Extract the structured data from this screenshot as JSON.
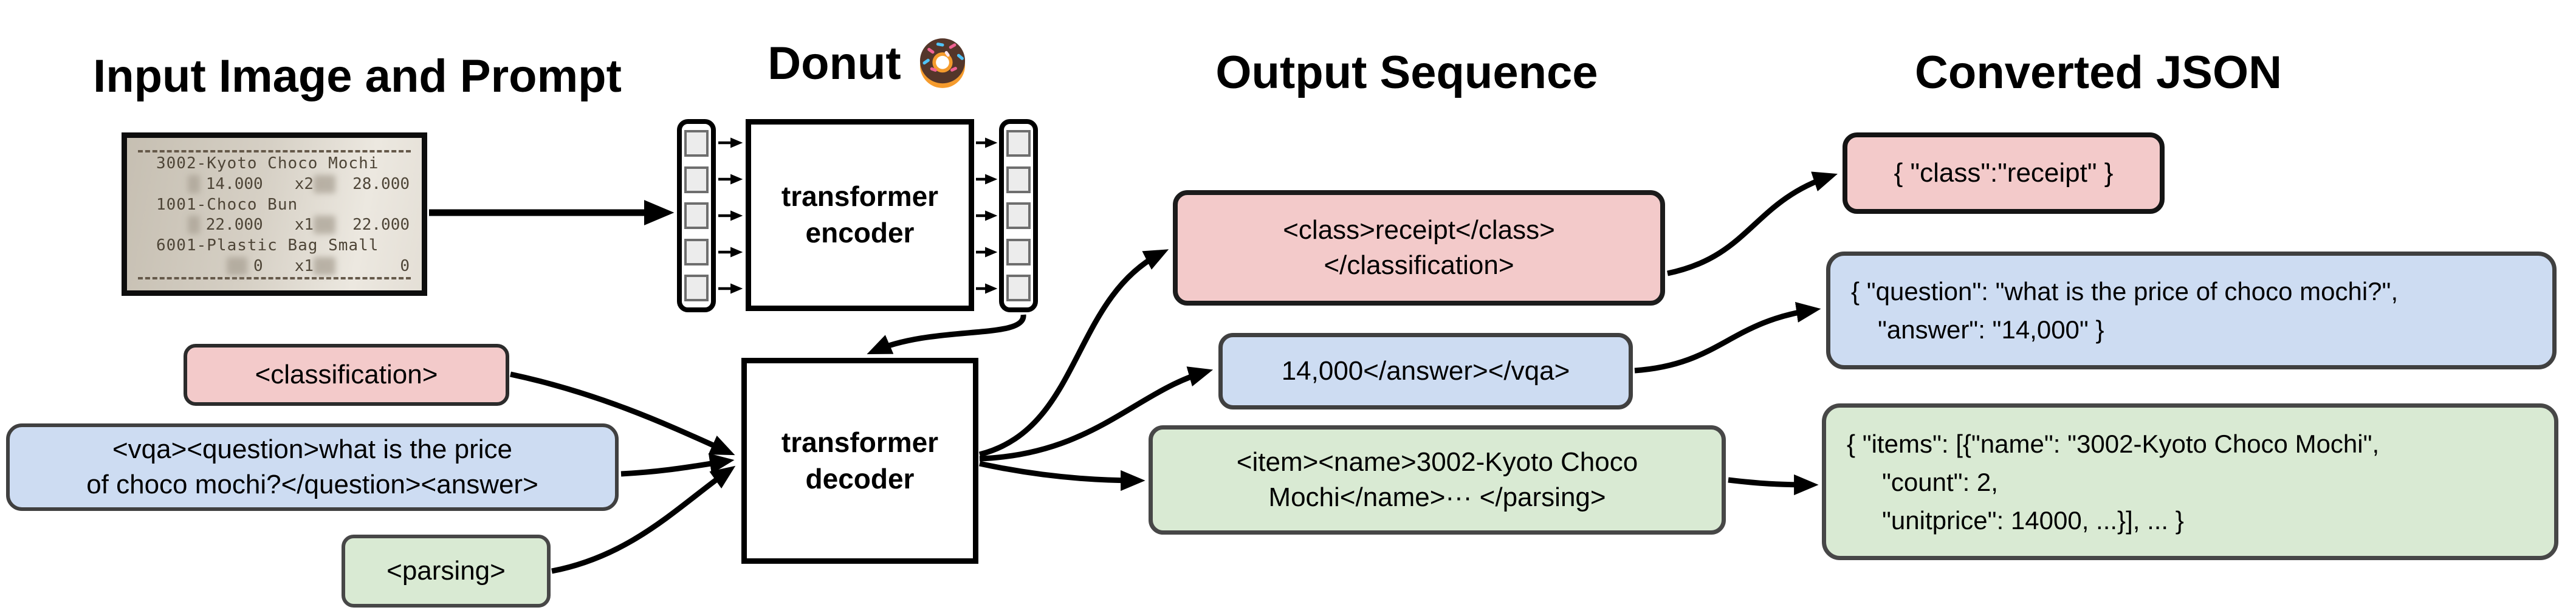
{
  "titles": {
    "input": "Input Image and Prompt",
    "model": "Donut",
    "output": "Output Sequence",
    "json": "Converted JSON"
  },
  "icons": {
    "donut": "donut-icon"
  },
  "receipt": {
    "rows": [
      {
        "name": "3002-Kyoto Choco Mochi"
      },
      {
        "price": "14.000",
        "qty": "x2",
        "total": "28.000"
      },
      {
        "name": "1001-Choco Bun"
      },
      {
        "price": "22.000",
        "qty": "x1",
        "total": "22.000"
      },
      {
        "name": "6001-Plastic Bag Small"
      },
      {
        "price": "0",
        "qty": "x1",
        "total": "0"
      }
    ]
  },
  "model": {
    "encoder_line1": "transformer",
    "encoder_line2": "encoder",
    "decoder_line1": "transformer",
    "decoder_line2": "decoder"
  },
  "prompts": {
    "classification": "<classification>",
    "vqa_line1": "<vqa><question>what is the price",
    "vqa_line2": "of choco mochi?</question><answer>",
    "parsing": "<parsing>"
  },
  "outputs": {
    "classification_line1": "<class>receipt</class>",
    "classification_line2": "</classification>",
    "vqa": "14,000</answer></vqa>",
    "parsing_line1": "<item><name>3002-Kyoto Choco",
    "parsing_line2": "Mochi</name>··· </parsing>"
  },
  "converted_json": {
    "classification": "{ \"class\":\"receipt\" }",
    "vqa_line1": "{ \"question\": \"what is the price of choco mochi?\",",
    "vqa_line2": "\"answer\": \"14,000\" }",
    "parsing_line1": "{ \"items\": [{\"name\": \"3002-Kyoto Choco Mochi\",",
    "parsing_line2": "\"count\": 2,",
    "parsing_line3": "\"unitprice\": 14000, ...}], ... }"
  },
  "colors": {
    "classification_fill": "#f3caca",
    "vqa_fill": "#cddcf2",
    "parsing_fill": "#d9ead3",
    "box_border": "#404040",
    "arrow": "#000000"
  }
}
